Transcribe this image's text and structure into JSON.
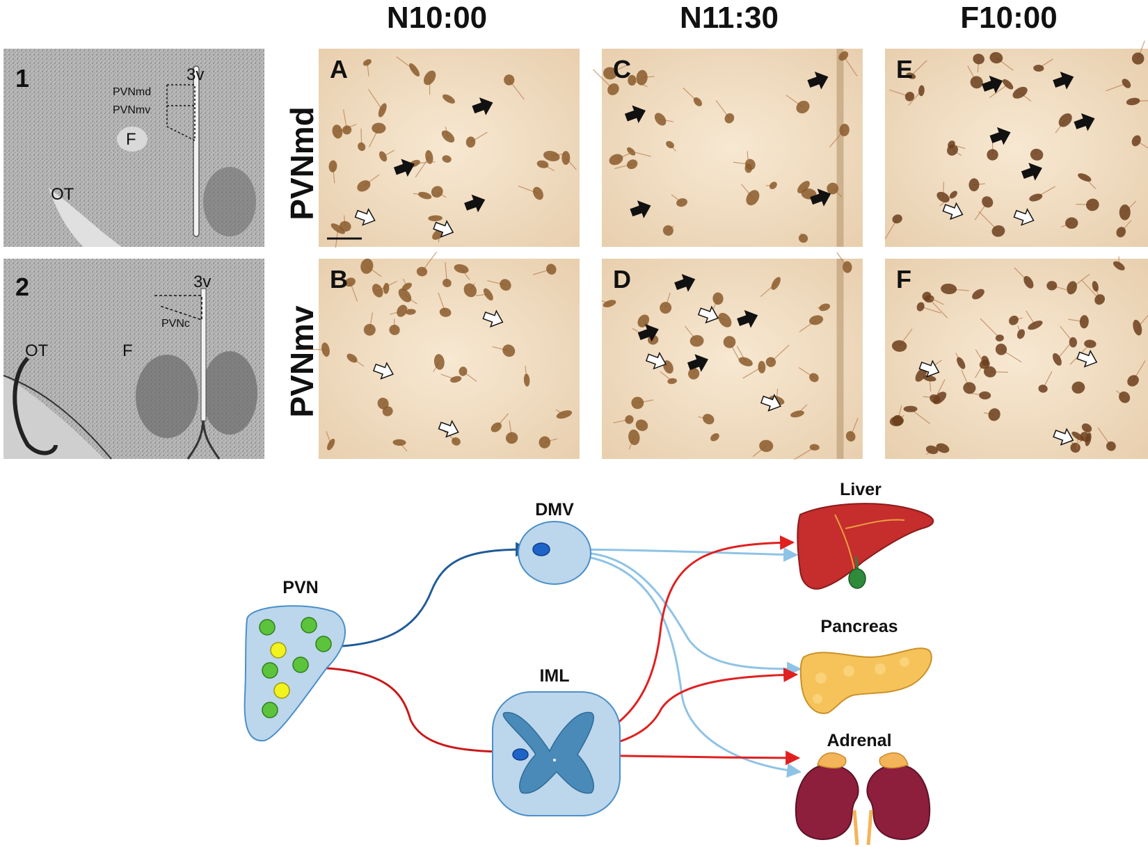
{
  "columns": [
    "N10:00",
    "N11:30",
    "F10:00"
  ],
  "rows": [
    "PVNmd",
    "PVNmv"
  ],
  "panels": [
    "A",
    "B",
    "C",
    "D",
    "E",
    "F"
  ],
  "atlas": {
    "section1": {
      "number": "1",
      "label_3v": "3v",
      "label_md": "PVNmd",
      "label_mv": "PVNmv",
      "label_F": "F",
      "label_OT": "OT"
    },
    "section2": {
      "number": "2",
      "label_3v": "3v",
      "label_c": "PVNc",
      "label_F": "F",
      "label_OT": "OT"
    }
  },
  "diagram": {
    "nodes": {
      "pvn": "PVN",
      "dmv": "DMV",
      "iml": "IML"
    },
    "organs": {
      "liver": "Liver",
      "pancreas": "Pancreas",
      "adrenal": "Adrenal"
    }
  },
  "colors": {
    "parasympathetic": "#1f5b99",
    "parasympathetic_light": "#8ec3e6",
    "sympathetic": "#e02020",
    "node_fill": "#bcd6ec",
    "neuron_green": "#5cc43c",
    "neuron_yellow": "#f2f21e",
    "stain_bg": "#f0dcc0",
    "stain_cell": "#8a5a2b"
  }
}
